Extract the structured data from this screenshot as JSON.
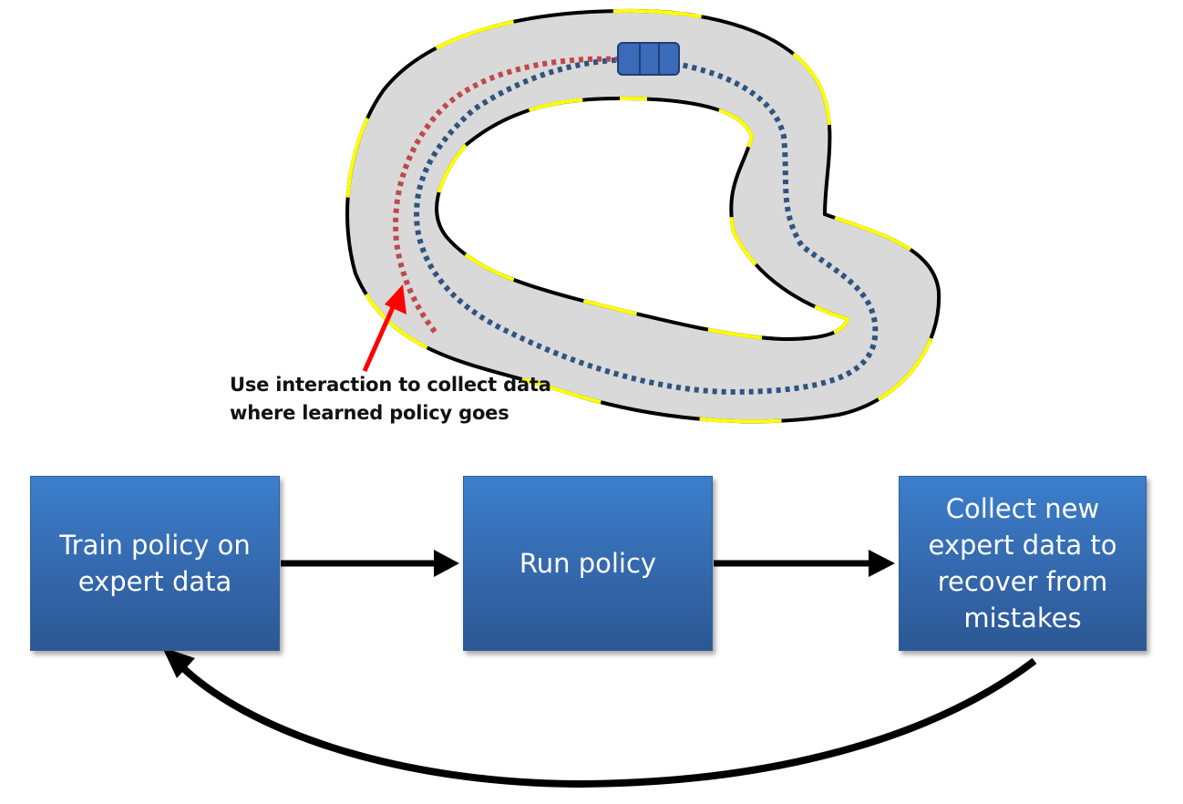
{
  "annotation": {
    "line1": "Use interaction to collect data",
    "line2": "where learned policy goes"
  },
  "steps": [
    {
      "lines": [
        "Train policy on",
        "expert data"
      ]
    },
    {
      "lines": [
        "Run policy"
      ]
    },
    {
      "lines": [
        "Collect new",
        "expert data to",
        "recover from",
        "mistakes"
      ]
    }
  ],
  "colors": {
    "track": "#d9d9d9",
    "track_edge_black": "#000000",
    "track_edge_yellow": "#ffff00",
    "expert_path": "#2f5480",
    "learned_path": "#c0484a",
    "car": "#3a6ab8",
    "pointer_arrow": "#ff0000",
    "step_box": "#3468ac",
    "flow_arrow": "#000000"
  },
  "icons": {
    "car": "car-icon",
    "pointer": "red-arrow-icon"
  }
}
